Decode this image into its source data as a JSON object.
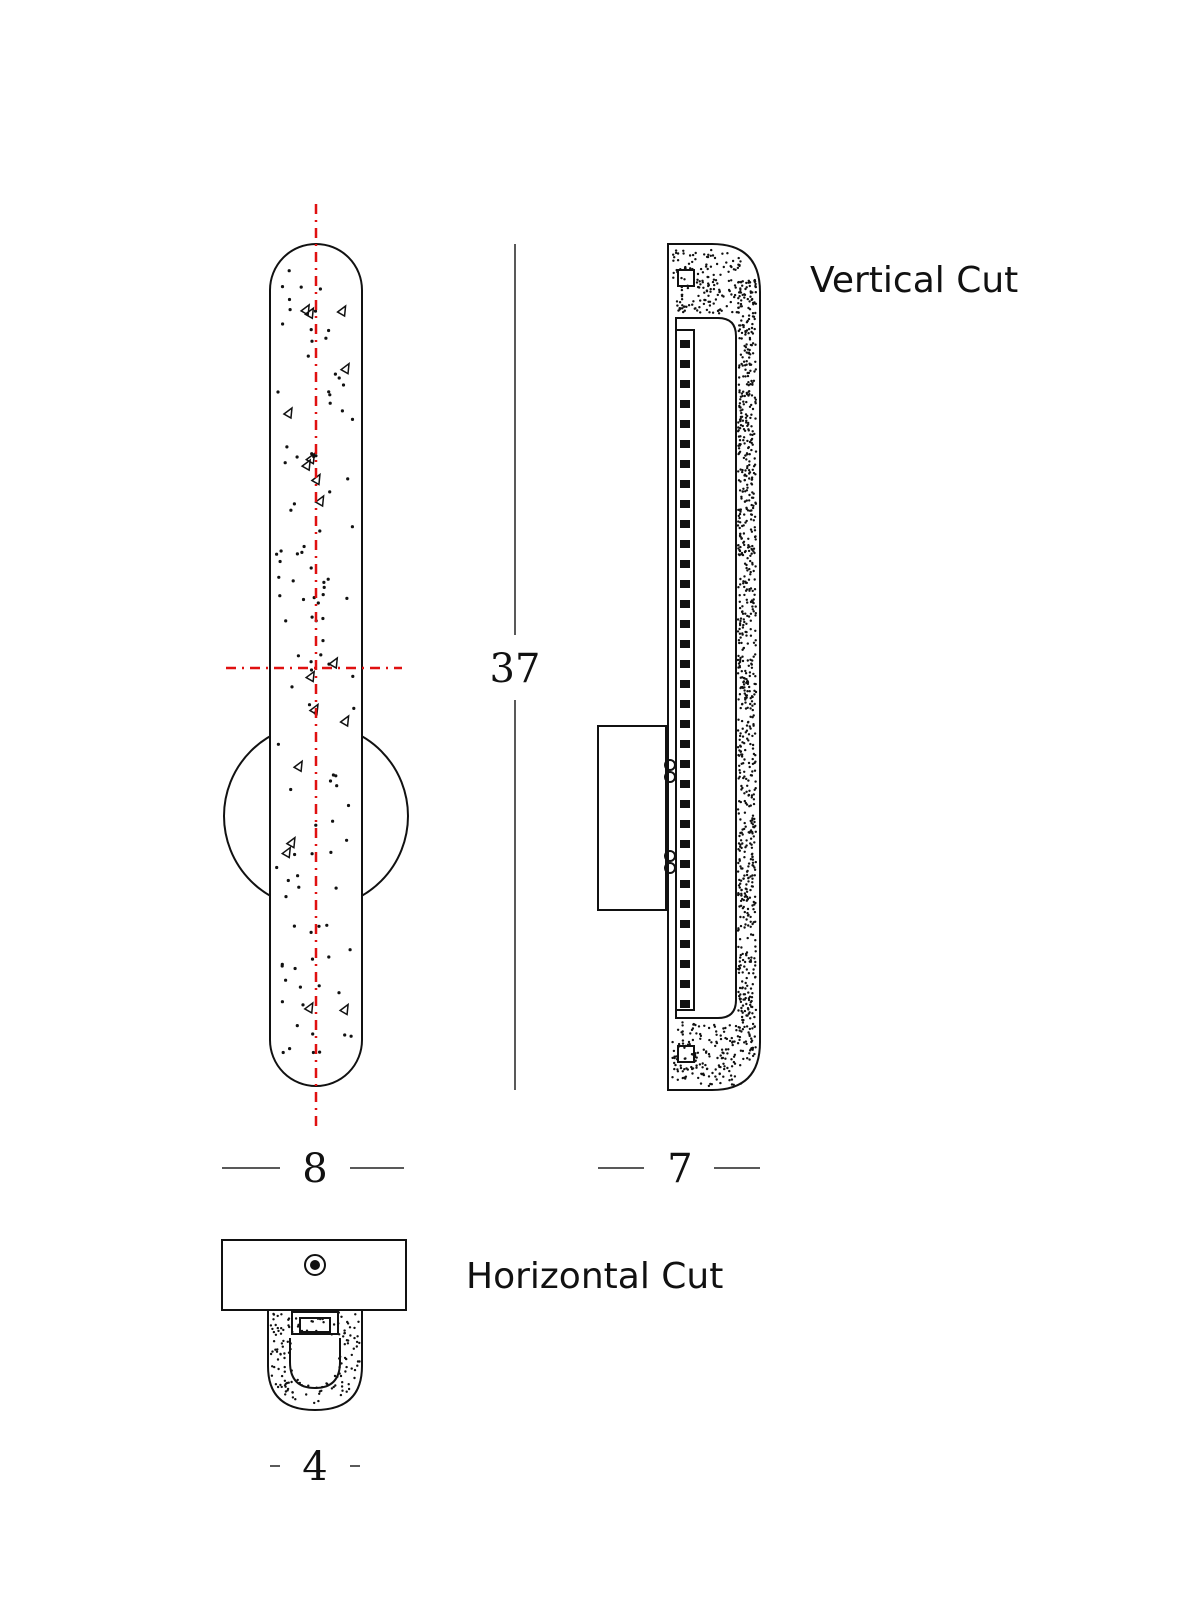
{
  "labels": {
    "vertical_cut": "Vertical Cut",
    "horizontal_cut": "Horizontal Cut"
  },
  "dimensions": {
    "height": "37",
    "front_width": "8",
    "side_depth": "7",
    "cut_width": "4"
  },
  "colors": {
    "line": "#111111",
    "center_axis": "#e01010",
    "background": "#ffffff"
  }
}
